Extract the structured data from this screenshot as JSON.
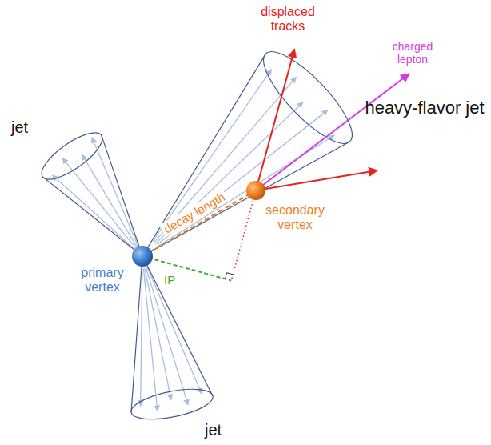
{
  "diagram": {
    "labels": [
      "displaced tracks",
      "charged lepton",
      "heavy-flavor jet",
      "jet",
      "jet",
      "decay length",
      "secondary vertex",
      "primary vertex",
      "IP"
    ]
  }
}
